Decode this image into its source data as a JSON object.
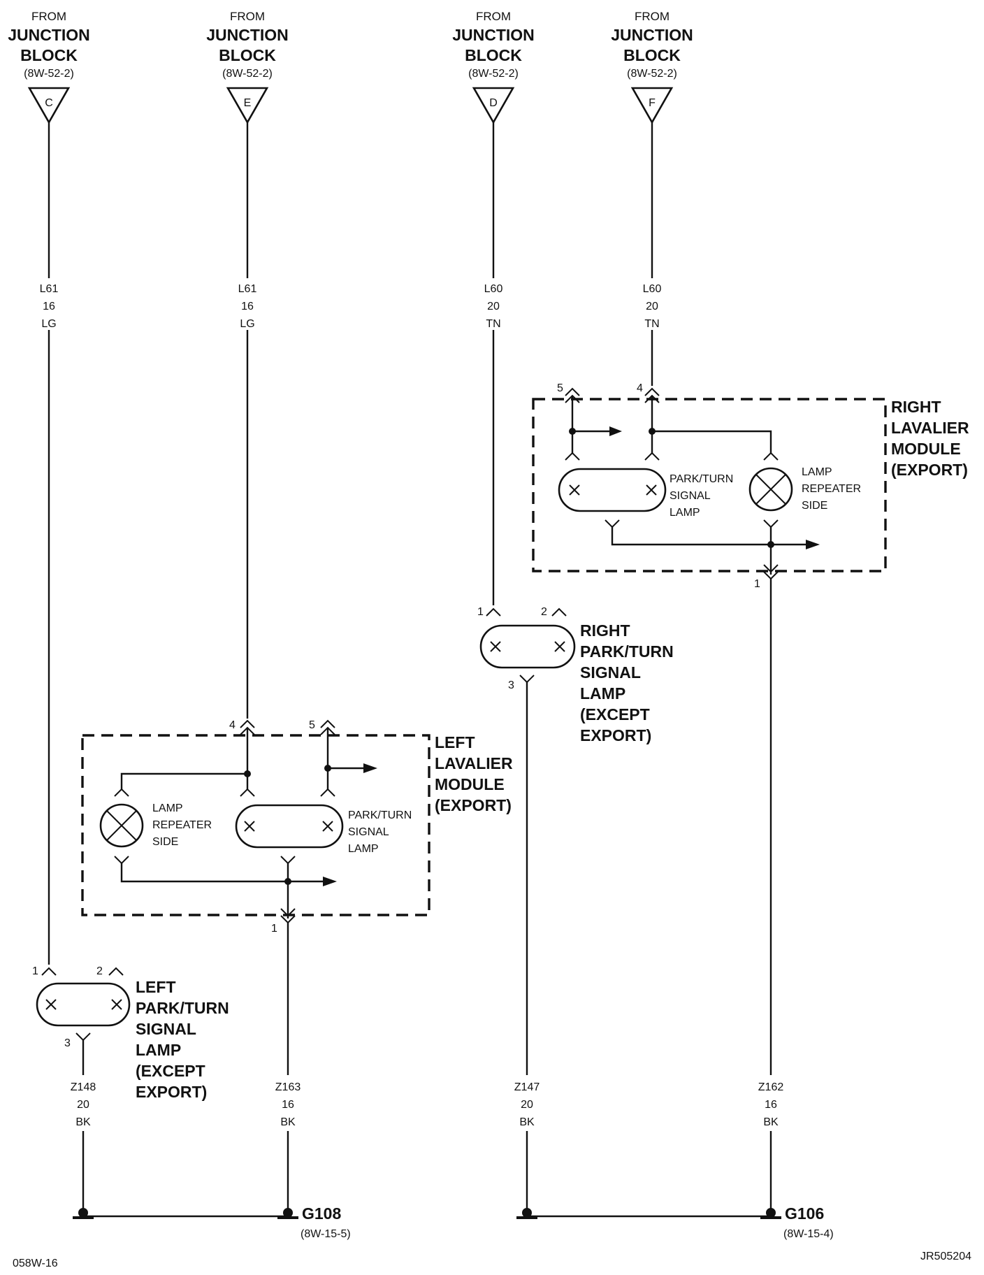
{
  "connectors": [
    {
      "from": "FROM",
      "name": "JUNCTION",
      "name2": "BLOCK",
      "ref": "(8W-52-2)",
      "letter": "C"
    },
    {
      "from": "FROM",
      "name": "JUNCTION",
      "name2": "BLOCK",
      "ref": "(8W-52-2)",
      "letter": "E"
    },
    {
      "from": "FROM",
      "name": "JUNCTION",
      "name2": "BLOCK",
      "ref": "(8W-52-2)",
      "letter": "D"
    },
    {
      "from": "FROM",
      "name": "JUNCTION",
      "name2": "BLOCK",
      "ref": "(8W-52-2)",
      "letter": "F"
    }
  ],
  "wires": [
    {
      "circuit": "L61",
      "gauge": "16",
      "color": "LG"
    },
    {
      "circuit": "L61",
      "gauge": "16",
      "color": "LG"
    },
    {
      "circuit": "L60",
      "gauge": "20",
      "color": "TN"
    },
    {
      "circuit": "L60",
      "gauge": "20",
      "color": "TN"
    },
    {
      "circuit": "Z148",
      "gauge": "20",
      "color": "BK"
    },
    {
      "circuit": "Z163",
      "gauge": "16",
      "color": "BK"
    },
    {
      "circuit": "Z147",
      "gauge": "20",
      "color": "BK"
    },
    {
      "circuit": "Z162",
      "gauge": "16",
      "color": "BK"
    }
  ],
  "right_lavalier": {
    "title": [
      "RIGHT",
      "LAVALIER",
      "MODULE",
      "(EXPORT)"
    ],
    "pins": [
      "5",
      "4",
      "1"
    ],
    "lamp1": [
      "PARK/TURN",
      "SIGNAL",
      "LAMP"
    ],
    "lamp2": [
      "LAMP",
      "REPEATER",
      "SIDE"
    ]
  },
  "left_lavalier": {
    "title": [
      "LEFT",
      "LAVALIER",
      "MODULE",
      "(EXPORT)"
    ],
    "pins": [
      "4",
      "5",
      "1"
    ],
    "lamp1": [
      "LAMP",
      "REPEATER",
      "SIDE"
    ],
    "lamp2": [
      "PARK/TURN",
      "SIGNAL",
      "LAMP"
    ]
  },
  "right_lamp": {
    "title": [
      "RIGHT",
      "PARK/TURN",
      "SIGNAL",
      "LAMP",
      "(EXCEPT",
      "EXPORT)"
    ],
    "pins": [
      "1",
      "2",
      "3"
    ]
  },
  "left_lamp": {
    "title": [
      "LEFT",
      "PARK/TURN",
      "SIGNAL",
      "LAMP",
      "(EXCEPT",
      "EXPORT)"
    ],
    "pins": [
      "1",
      "2",
      "3"
    ]
  },
  "grounds": [
    {
      "name": "G108",
      "ref": "(8W-15-5)"
    },
    {
      "name": "G106",
      "ref": "(8W-15-4)"
    }
  ],
  "footer": {
    "left": "058W-16",
    "right": "JR505204"
  }
}
